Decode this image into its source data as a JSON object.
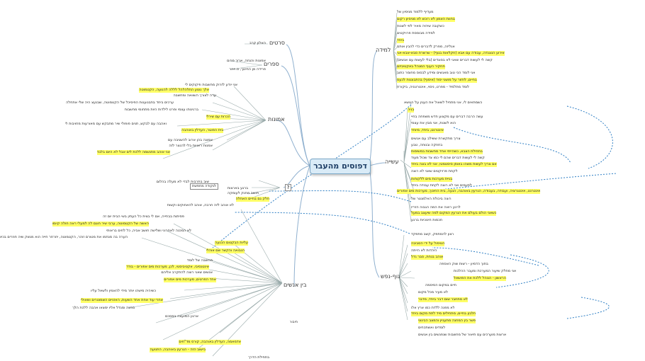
{
  "center": {
    "label": "דפוסים מהעבר"
  },
  "branches": {
    "movies": "סרטים",
    "books": "ספרים",
    "beliefs": "אמונות",
    "study": "למידה",
    "doing": "עשייה",
    "body": "גוף-נפש",
    "relationships": "בין אנשים",
    "question": "?"
  },
  "left_nodes": [
    "האלון קרב",
    "אמונות והנחה, אריך פרום",
    "פרידה מן החינוך, ס.יזהר",
    "אני יודע לזרוק מחשבות וזיקוקים לי",
    "אלך נוטע התלהלהל לללה להנועה, הקטמוטה",
    "ערה לצורך השוואה ומחשבה",
    "ערכים ביחד בתבנוענות הפיסיכל של הקטמוטה, שבנעצ היה שלי אתחלה",
    "ברגינותו עצמי ופרט לילדות היות מתחומי מחשבות",
    "הכרות עם שירלי",
    "ואהבה עם לבקש, תנים פופולי שיר מתבקש עם מאורעות מחויבות לי",
    "בית הפוטר, העדלין באוהבה",
    "אמונה בהן ארוב להשגיבה עם",
    "אמנות ראויות בלי להנצר לזה",
    "אני אוהב מתנשמה ללכת לים אבל לא היום בלבד",
    "שוב בתרבות לבדי לא מעלה בהלום",
    "ברגע בארצות",
    "חושב מחנק לעומקה",
    "חלק גם בחיים האחלה",
    "לא אוהב לזה חרבה, אוהב להאחוקים וקשות",
    "לנקודה מחפשת",
    "פסיתות בבחייה, אם לי בצית כל העתין בשי הבית יום זה",
    "האשה של הקטמוטה, ערבי שיר חוגם לה למעלי ראה חולה קיומו",
    "לא המכנה לאחרוני ושלישה חושב אביה, כל לחים בראותי",
    "הערה בה מנחמו את מטורם זוהר, הקטמוטה, יחרחר חייה הוא מנשק שיה חוזרים בכיוון הפוכים",
    "עליות הבקטום הכנעה",
    "הנבואה והקשר שם אוהלי",
    "מחשבה של לומד",
    "אינטנסיבי, אקטיביסטי, לכן, מערכות מים אפורים - בודד",
    "אנשים שאני רוצה להתקרב אליהם",
    "אחד הפרטים, מערכות מים אפורים",
    "כשיהיה מישהו יותר מידי להאמין ולשאל עליו",
    "אחרי עוד אחת אחד השעות, האזניים השמוטרים ושאולי",
    "מחנה ומגדל אליו ימצאו אהבה ללכת הלך",
    "ארגון המועצה במסכם",
    "חיבור",
    "אדמאמה, העדלין באוהבה, קורס מד\"חים",
    "בישוב הזה - הגרעין באוהבה, התנועה",
    "בתחילת הדרך"
  ],
  "right_nodes": [
    "מעדיף ללמוד מניסיון של",
    "בחוות האמון לא רוכש לא מניסיון רקום",
    "כשקובה שיהיה מאיר לפי לשנות",
    "למידה מבוססת פרויקטים",
    "ביחד",
    "אנליזה, מפרק לדברים כדי להבין אותם",
    "אירוע הנוגנדה, עבודה עם אבא (חקלאות בגוף) - שרשרת סבא-אבא-אני",
    "קשה לי לעשות דברים שאני לא בסוגדים (בלי לעשות עם אנשים)",
    "תחקיר העוף המנהל באקטיביזם",
    "אני לומד הכי טוב מאנשים ומידע לבסוס מחומר כתוב",
    "בחיים, לחזור על מושגי יסוד (איסוף) בהתבוננות לכעס",
    "לומד מתלמיד - מפרט, ניסוי, אינטרוגניה, ביקורת",
    "כשמתאים לי, אני מתחיל לשאול את הענין על הנושא",
    "בניה",
    "עשה הרבה דברים עם מקצוע חדש משפחה בחיי",
    "הוא לשנות, אני מבין את עצמי",
    "אינטרנט, ביחד, מיוחד",
    "צריך מתקשרת ששילב עם אנשים",
    "בחוזקה ובנוחה, טבע",
    "בתחילת הצבא, כשהייתי אחד מחשבות במשימות",
    "קשה לי לעשות דברים שהם לי כמו צד שכול מעוד",
    "אם צריך לעשות משהו באופן סיסטמטי, אני לא בונה ביחד",
    "לקחת פרויקטים שאני לא רוצה",
    "בניית מערכות מים ללקוחות",
    "לפעמים אני לא רוצה לקחת עבודה ביחד",
    "אינטרנט, אינטגרציה, ועבודה, בעבודה, הגרעין באוהבה, הגעה, בית החינוך, מערכות מים אפורים",
    "רוצה ביכולת האלמנטר של",
    "לרגע רואה את המה הגבוה הזריז",
    "כשאני הולם בעולם את הגרעין המקום למה שיעצב במעל",
    "חכמות חינוכיות ברגע",
    "רצון להסתפק, קשב מתפקד",
    "הטיפול על ידי הסביבה",
    "היהדות לא הייתה",
    "אוהב בנחת, סבר גדל",
    "בתוך הדמיון - רשות שוק האספה",
    "אני מחלק שיעור המערכת ומעבר ההלכות",
    "הראשון - הנוהל ללכת את הפושאל",
    "חיים במקום הסיסמה",
    "לא מעיר מכל מקום",
    "לא מתחבר שום דבר ביחד, מדבר",
    "לא מפנה ללדת כמו ארץ אלו",
    "חלבון בחיים, מתחילים מיד לתת מקום ביחד",
    "פשר בין המחנה מתעניין והמצב הבינוני",
    "לומדים ואשתכחים",
    "ארצות מוערכים עם תיאור של מחשבות שנפגשים בין אנשים"
  ]
}
